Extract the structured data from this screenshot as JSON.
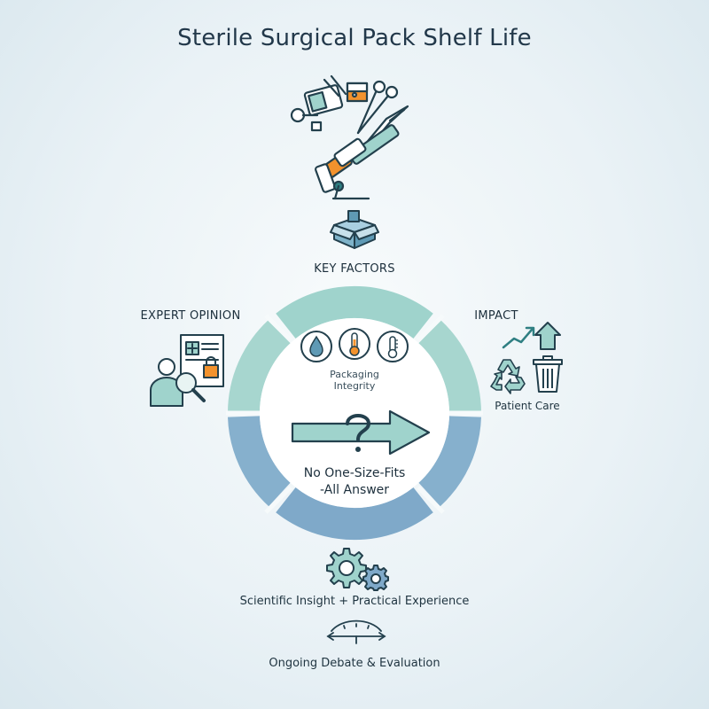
{
  "title": "Sterile Surgical Pack Shelf Life",
  "labels": {
    "key_factors": "KEY FACTORS",
    "expert_opinion": "EXPERT OPINION",
    "impact": "IMPACT",
    "patient_care": "Patient Care",
    "packaging_integrity_line1": "Packaging",
    "packaging_integrity_line2": "Integrity",
    "center_line1": "No One-Size-Fits",
    "center_line2": "-All Answer",
    "scientific_insight": "Scientific Insight + Practical Experience",
    "ongoing_debate": "Ongoing Debate & Evaluation"
  },
  "icons": [
    "surgical-instruments-icon",
    "open-box-icon",
    "water-drop-icon",
    "thermometer-icon",
    "temperature-gauge-icon",
    "question-arrow-icon",
    "expert-document-icon",
    "recycle-icon",
    "trash-can-icon",
    "growth-arrow-icon",
    "gears-icon",
    "timeline-ruler-icon"
  ],
  "colors": {
    "ring_upper": "#9fd3cc",
    "ring_lower": "#7fa9c9",
    "icon_teal": "#2f7f82",
    "icon_orange": "#f2922d",
    "text": "#1f3440"
  }
}
